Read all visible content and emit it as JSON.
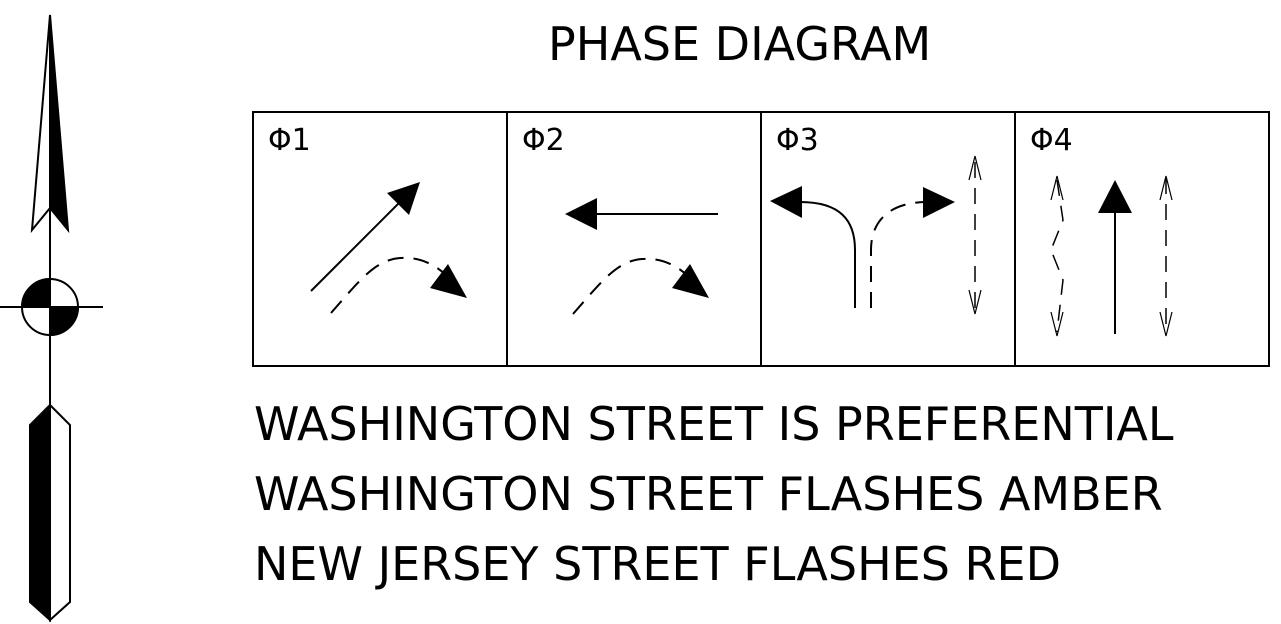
{
  "title": "PHASE DIAGRAM",
  "phases": [
    {
      "label": "Φ1"
    },
    {
      "label": "Φ2"
    },
    {
      "label": "Φ3"
    },
    {
      "label": "Φ4"
    }
  ],
  "notes": [
    "WASHINGTON STREET IS PREFERENTIAL",
    "WASHINGTON STREET FLASHES AMBER",
    "NEW JERSEY STREET FLASHES RED"
  ],
  "colors": {
    "ink": "#000000",
    "background": "#ffffff"
  },
  "north_arrow_icon": "north-arrow-icon"
}
